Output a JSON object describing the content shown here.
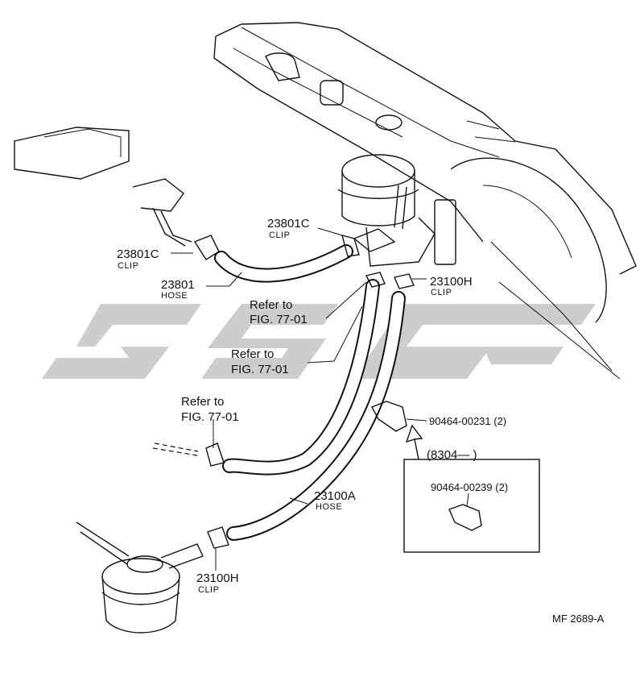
{
  "colors": {
    "ink": "#111111",
    "watermark": "#c8c8c8",
    "paper": "#ffffff"
  },
  "labels": {
    "clip_23801c_left": {
      "part": "23801C",
      "desc": "CLIP"
    },
    "clip_23801c_top": {
      "part": "23801C",
      "desc": "CLIP"
    },
    "hose_23801": {
      "part": "23801",
      "desc": "HOSE"
    },
    "clip_23100h_top": {
      "part": "23100H",
      "desc": "CLIP"
    },
    "clip_23100h_bottom": {
      "part": "23100H",
      "desc": "CLIP"
    },
    "hose_23100a": {
      "part": "23100A",
      "desc": "HOSE"
    },
    "refer_1": {
      "line1": "Refer to",
      "line2": "FIG. 77-01"
    },
    "refer_2": {
      "line1": "Refer to",
      "line2": "FIG. 77-01"
    },
    "refer_3": {
      "line1": "Refer to",
      "line2": "FIG. 77-01"
    },
    "part_90464_00231": "90464-00231 (2)",
    "part_90464_00239": "90464-00239 (2)",
    "date_range": "(8304—        )",
    "figure_code": "MF  2689-A"
  }
}
